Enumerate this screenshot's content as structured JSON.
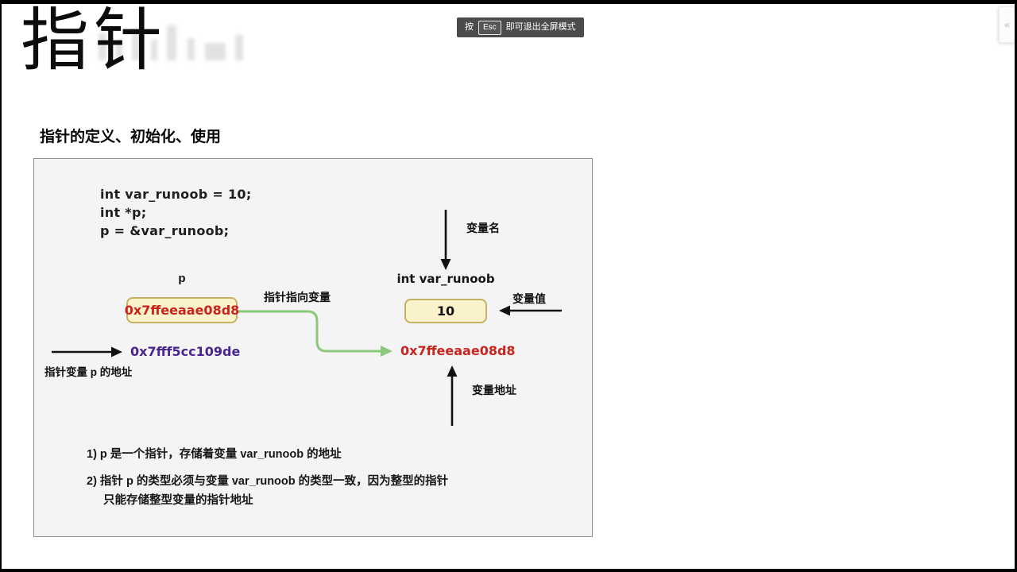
{
  "page": {
    "title": "指针",
    "subtitle": "指针的定义、初始化、使用"
  },
  "toast": {
    "prefix": "按",
    "key": "Esc",
    "suffix": "即可退出全屏模式"
  },
  "collapse_button": {
    "glyph": "«"
  },
  "diagram": {
    "code_lines": [
      "int var_runoob = 10;",
      "int *p;",
      "p = &var_runoob;"
    ],
    "pointer": {
      "name": "p",
      "stored_value": "0x7ffeeaae08d8",
      "own_address": "0x7fff5cc109de",
      "own_address_label": "指针变量 p 的地址",
      "points_to_label": "指针指向变量"
    },
    "variable": {
      "name_label": "变量名",
      "declaration": "int var_runoob",
      "value": "10",
      "value_label": "变量值",
      "address": "0x7ffeeaae08d8",
      "address_label": "变量地址"
    },
    "notes": [
      "1) p 是一个指针，存储着变量 var_runoob 的地址",
      "2) 指针 p 的类型必须与变量 var_runoob 的类型一致，因为整型的指针",
      "只能存储整型变量的指针地址"
    ],
    "colors": {
      "box_fill": "#faf2cb",
      "box_border": "#c6b263",
      "address_red": "#c9231d",
      "address_purple": "#4a2590",
      "green_arrow": "#8cc87a"
    }
  }
}
